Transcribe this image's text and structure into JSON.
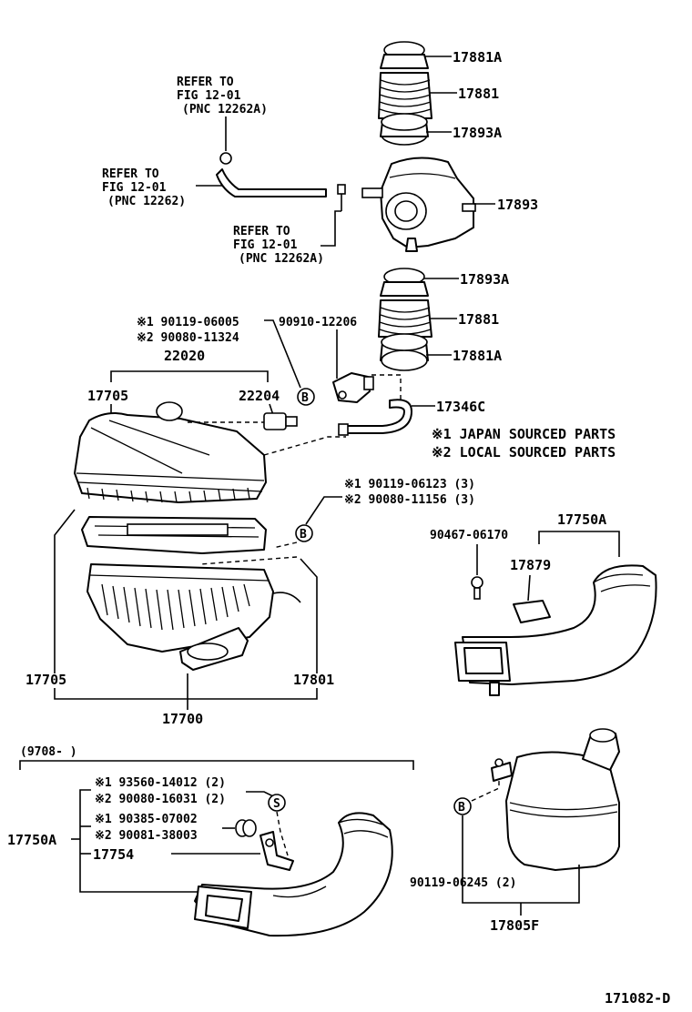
{
  "labels": {
    "p17881a_top": "17881A",
    "p17881_top": "17881",
    "p17893a_top": "17893A",
    "p17893": "17893",
    "p17893a_mid": "17893A",
    "p17881_mid": "17881",
    "p17881a_mid": "17881A",
    "refer1_line1": "REFER TO",
    "refer1_line2": "FIG 12-01",
    "refer1_line3": "(PNC 12262A)",
    "refer2_line1": "REFER TO",
    "refer2_line2": "FIG 12-01",
    "refer2_line3": "(PNC 12262)",
    "refer3_line1": "REFER TO",
    "refer3_line2": "FIG 12-01",
    "refer3_line3": "(PNC 12262A)",
    "ref1_90119_06005": "※1 90119-06005",
    "ref2_90080_11324": "※2 90080-11324",
    "p90910_12206": "90910-12206",
    "p22020": "22020",
    "p17705_top": "17705",
    "p22204": "22204",
    "circle_b1": "B",
    "p17346c": "17346C",
    "note1": "※1 JAPAN SOURCED PARTS",
    "note2": "※2 LOCAL SOURCED PARTS",
    "ref1_90119_06123": "※1 90119-06123 (3)",
    "ref2_90080_11156": "※2 90080-11156 (3)",
    "circle_b2": "B",
    "p17750a_right": "17750A",
    "p90467_06170": "90467-06170",
    "p17879": "17879",
    "p17705_bottom": "17705",
    "p17801": "17801",
    "p17700": "17700",
    "date_range": "(9708-            )",
    "ref1_93560": "※1 93560-14012 (2)",
    "ref2_90080_16031": "※2 90080-16031 (2)",
    "circle_s": "S",
    "ref1_90385": "※1 90385-07002",
    "ref2_90081": "※2 90081-38003",
    "p17750a_left": "17750A",
    "p17754": "17754",
    "circle_b3": "B",
    "p90119_06245": "90119-06245 (2)",
    "p17805f": "17805F",
    "figure_id": "171082-D"
  }
}
